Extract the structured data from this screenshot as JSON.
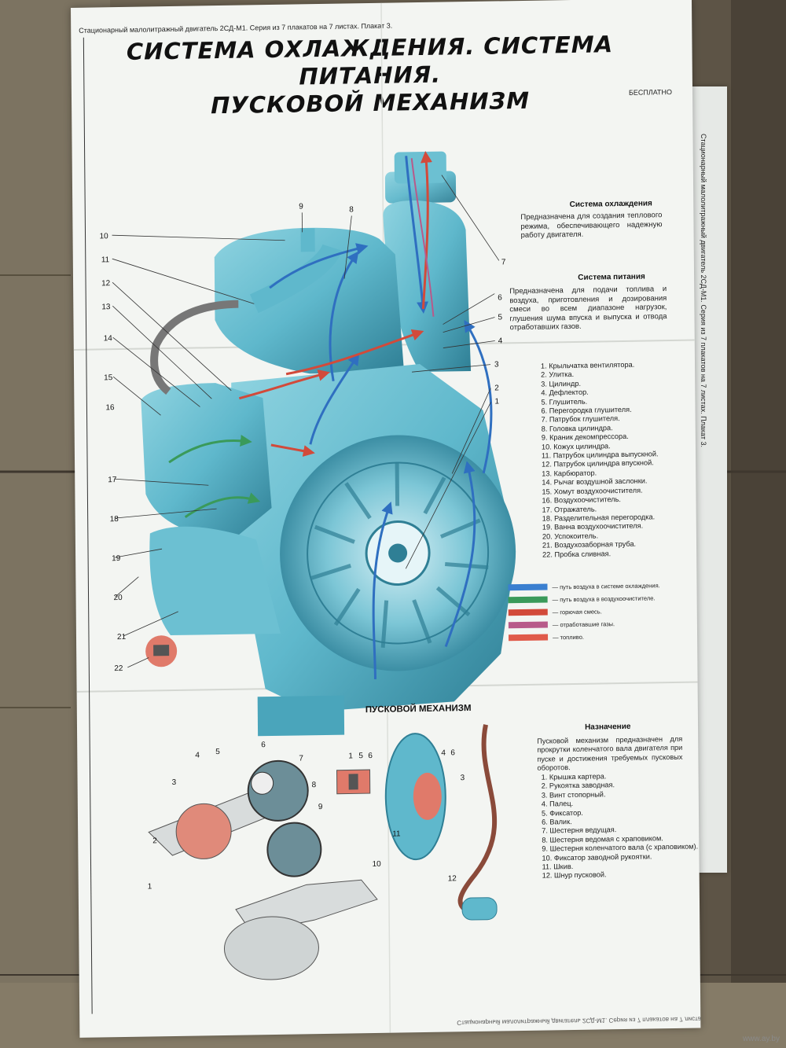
{
  "header": {
    "series_line": "Стационарный малолитражный двигатель 2СД-М1. Серия из 7 плакатов на 7 листах. Плакат 3.",
    "free_label": "БЕСПЛАТНО",
    "title_line1": "СИСТЕМА ОХЛАЖДЕНИЯ. СИСТЕМА ПИТАНИЯ.",
    "title_line2": "ПУСКОВОЙ МЕХАНИЗМ"
  },
  "cooling": {
    "heading": "Система охлаждения",
    "text": "Предназначена для создания теплового режима, обеспечивающего надежную работу двигателя."
  },
  "fuel": {
    "heading": "Система питания",
    "text": "Предназначена для подачи топлива и воздуха, приготовления и дозирования смеси во всем диапазоне нагрузок, глушения шума впуска и выпуска и отвода отработавших газов."
  },
  "parts": [
    "1. Крыльчатка вентилятора.",
    "2. Улитка.",
    "3. Цилиндр.",
    "4. Дефлектор.",
    "5. Глушитель.",
    "6. Перегородка глушителя.",
    "7. Патрубок глушителя.",
    "8. Головка цилиндра.",
    "9. Краник декомпрессора.",
    "10. Кожух цилиндра.",
    "11. Патрубок цилиндра выпускной.",
    "12. Патрубок цилиндра впускной.",
    "13. Карбюратор.",
    "14. Рычаг воздушной заслонки.",
    "15. Хомут воздухоочистителя.",
    "16. Воздухоочиститель.",
    "17. Отражатель.",
    "18. Разделительная перегородка.",
    "19. Ванна воздухоочистителя.",
    "20. Успокоитель.",
    "21. Воздухозаборная труба.",
    "22. Пробка сливная."
  ],
  "legend": [
    {
      "label": "— путь воздуха в системе охлаждения.",
      "color": "#3a7fd0"
    },
    {
      "label": "— путь воздуха в воздухоочистителе.",
      "color": "#3a9a5a"
    },
    {
      "label": "— горючая смесь.",
      "color": "#d24a3a"
    },
    {
      "label": "— отработавшие газы.",
      "color": "#b85a8a"
    },
    {
      "label": "— топливо.",
      "color": "#e05a4a"
    }
  ],
  "callouts_main": [
    "1",
    "2",
    "3",
    "4",
    "5",
    "6",
    "7",
    "8",
    "9",
    "10",
    "11",
    "12",
    "13",
    "14",
    "15",
    "16",
    "17",
    "18",
    "19",
    "20",
    "21",
    "22"
  ],
  "launch": {
    "title": "ПУСКОВОЙ МЕХАНИЗМ",
    "purpose_heading": "Назначение",
    "purpose_text": "Пусковой механизм предназначен для прокрутки коленчатого вала двигателя при пуске и достижения требуемых пусковых оборотов.",
    "parts": [
      "1. Крышка картера.",
      "2. Рукоятка заводная.",
      "3. Винт стопорный.",
      "4. Палец.",
      "5. Фиксатор.",
      "6. Валик.",
      "7. Шестерня ведущая.",
      "8. Шестерня ведомая с храповиком.",
      "9. Шестерня коленчатого вала (с храповиком).",
      "10. Фиксатор заводной рукоятки.",
      "11. Шкив.",
      "12. Шнур пусковой."
    ]
  },
  "colors": {
    "engine": "#5fb8cc",
    "engine_dark": "#2f7f95",
    "paper": "#f3f5f2",
    "wood": "#6f6556"
  },
  "watermark": "www.ay.by"
}
